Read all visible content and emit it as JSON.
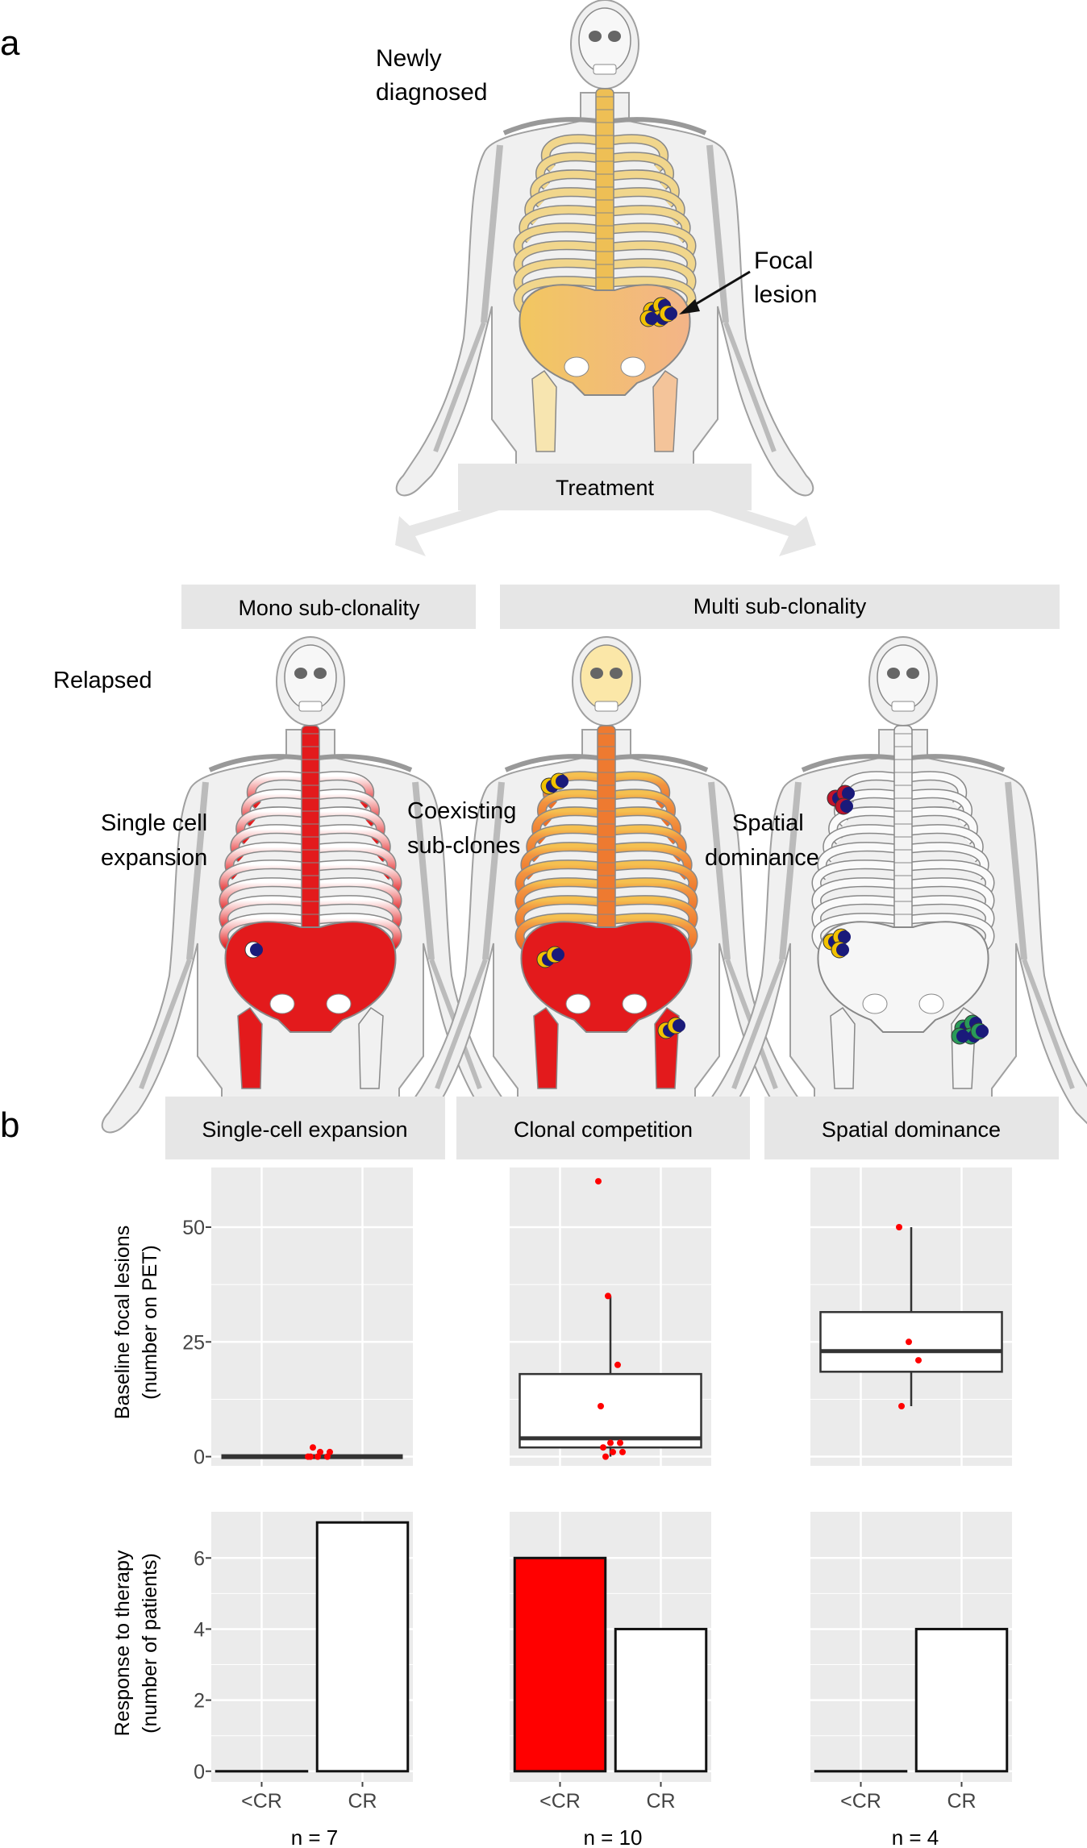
{
  "panel_a": {
    "label": "a",
    "newly_diagnosed_line1": "Newly",
    "newly_diagnosed_line2": "diagnosed",
    "focal_lesion_line1": "Focal",
    "focal_lesion_line2": "lesion",
    "treatment": "Treatment",
    "mono_header": "Mono sub-clonality",
    "multi_header": "Multi sub-clonality",
    "relapsed": "Relapsed",
    "single_cell_line1": "Single cell",
    "single_cell_line2": "expansion",
    "coexisting_line1": "Coexisting",
    "coexisting_line2": "sub-clones",
    "spatial_line1": "Spatial",
    "spatial_line2": "dominance",
    "colors": {
      "bone_light": "#f3dfa0",
      "bone_mid": "#efc060",
      "red": "#e31a1c",
      "orange": "#f08a30",
      "cell_blue": "#1a1a7a",
      "cell_yellow": "#f2c200",
      "cell_red": "#c0142b",
      "cell_green": "#2a9a58",
      "body_fill": "#f0f0f0"
    }
  },
  "panel_b": {
    "label": "b",
    "ylabel_top_line1": "Baseline focal lesions",
    "ylabel_top_line2": "(number on PET)",
    "ylabel_bottom_line1": "Response to therapy",
    "ylabel_bottom_line2": "(number of patients)"
  },
  "chart_data": [
    {
      "type": "box",
      "facet": "Single-cell expansion",
      "categories": [
        "<CR",
        "CR"
      ],
      "ylim": [
        -2,
        63
      ],
      "yticks": [
        0,
        25,
        50
      ],
      "ytick_labels": [
        "0",
        "25",
        "50"
      ],
      "box": {
        "min": 0,
        "q1": 0,
        "median": 0,
        "q3": 0,
        "max": 0
      },
      "points": [
        0,
        0,
        0,
        0,
        1,
        1,
        2
      ],
      "point_color": "#ff0000"
    },
    {
      "type": "box",
      "facet": "Clonal competition",
      "categories": [
        "<CR",
        "CR"
      ],
      "ylim": [
        -2,
        63
      ],
      "box": {
        "min": 0,
        "q1": 2,
        "median": 4,
        "q3": 18,
        "max": 35
      },
      "points": [
        60,
        35,
        20,
        11,
        3,
        3,
        2,
        1,
        1,
        0
      ],
      "point_color": "#ff0000"
    },
    {
      "type": "box",
      "facet": "Spatial dominance",
      "categories": [
        "<CR",
        "CR"
      ],
      "ylim": [
        -2,
        63
      ],
      "box": {
        "min": 11,
        "q1": 18.5,
        "median": 23,
        "q3": 31.5,
        "max": 50
      },
      "points": [
        50,
        25,
        21,
        11
      ],
      "point_color": "#ff0000"
    },
    {
      "type": "bar",
      "facet": "Single-cell expansion",
      "categories": [
        "<CR",
        "CR"
      ],
      "values": [
        0,
        7
      ],
      "ylim": [
        -0.3,
        7.3
      ],
      "yticks": [
        0,
        2,
        4,
        6
      ],
      "ytick_labels": [
        "0",
        "2",
        "4",
        "6"
      ],
      "fills": [
        "#ff0000",
        "#ffffff"
      ],
      "n_label": "n = 7"
    },
    {
      "type": "bar",
      "facet": "Clonal competition",
      "categories": [
        "<CR",
        "CR"
      ],
      "values": [
        6,
        4
      ],
      "ylim": [
        -0.3,
        7.3
      ],
      "fills": [
        "#ff0000",
        "#ffffff"
      ],
      "n_label": "n = 10"
    },
    {
      "type": "bar",
      "facet": "Spatial dominance",
      "categories": [
        "<CR",
        "CR"
      ],
      "values": [
        0,
        4
      ],
      "ylim": [
        -0.3,
        7.3
      ],
      "fills": [
        "#ff0000",
        "#ffffff"
      ],
      "n_label": "n = 4"
    }
  ]
}
